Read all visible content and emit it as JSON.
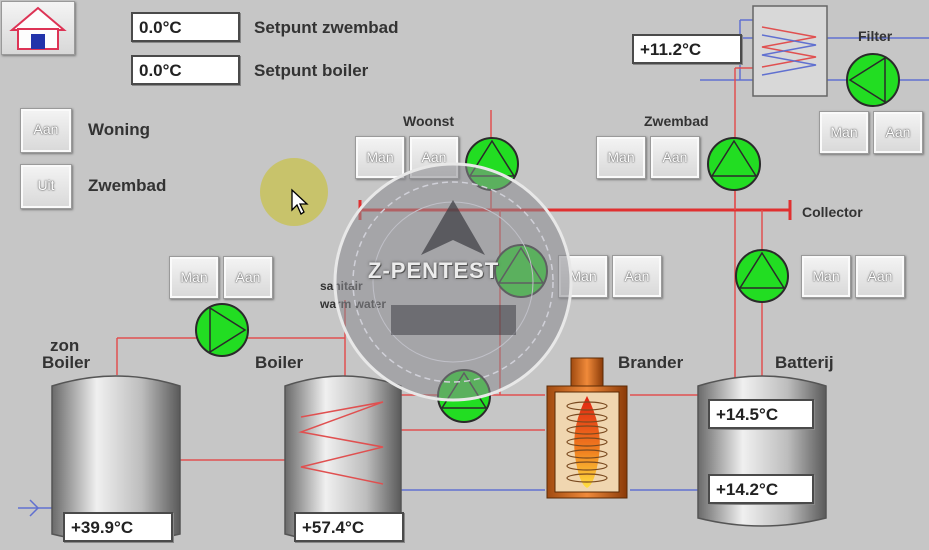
{
  "setpoints": {
    "zwembad_value": "0.0°C",
    "zwembad_label": "Setpunt zwembad",
    "boiler_value": "0.0°C",
    "boiler_label": "Setpunt boiler"
  },
  "filter": {
    "temp": "+11.2°C",
    "label": "Filter",
    "btn_man": "Man",
    "btn_aan": "Aan"
  },
  "zones": {
    "woning_btn": "Aan",
    "woning_label": "Woning",
    "zwembad_btn": "Uit",
    "zwembad_label": "Zwembad"
  },
  "woonst": {
    "label": "Woonst",
    "btn_man": "Man",
    "btn_aan": "Aan"
  },
  "zwembad_circuit": {
    "label": "Zwembad",
    "btn_man": "Man",
    "btn_aan": "Aan"
  },
  "collector": {
    "label": "Collector"
  },
  "sanitair": {
    "label_line1": "sanitair",
    "label_line2": "warm water",
    "btn_man": "Man",
    "btn_aan": "Aan"
  },
  "middle_pump": {
    "btn_man": "Man",
    "btn_aan": "Aan"
  },
  "batterij_pump": {
    "btn_man": "Man",
    "btn_aan": "Aan"
  },
  "tanks": {
    "zon_boiler_line1": "zon",
    "zon_boiler_line2": "Boiler",
    "zon_boiler_temp": "+39.9°C",
    "boiler_label": "Boiler",
    "boiler_temp": "+57.4°C",
    "brander_label": "Brander",
    "batterij_label": "Batterij",
    "batterij_temp_top": "+14.5°C",
    "batterij_temp_bottom": "+14.2°C"
  },
  "watermark": {
    "text": "Z-PENTEST"
  },
  "colors": {
    "pump_on": "#22dd22",
    "pipe_red": "#e05050",
    "pipe_blue": "#6070d0",
    "collector": "#e03030"
  }
}
